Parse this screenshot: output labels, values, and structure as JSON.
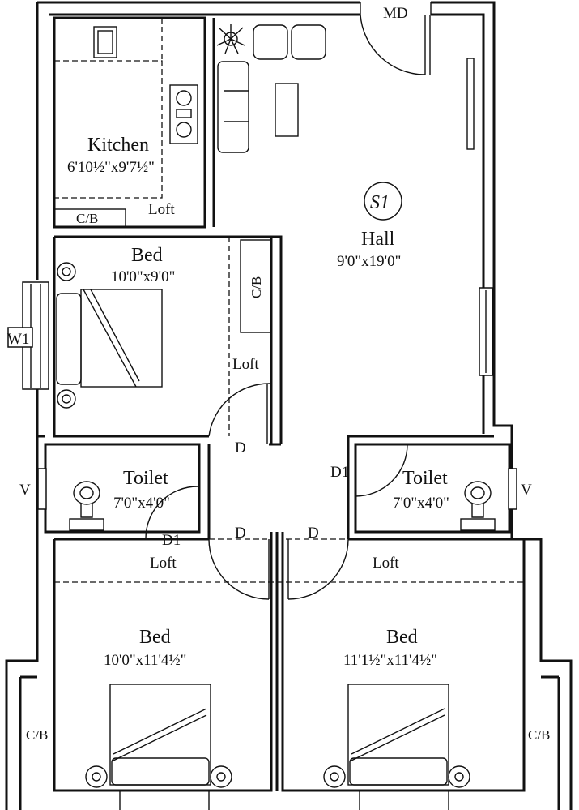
{
  "rooms": {
    "kitchen": {
      "name": "Kitchen",
      "dims": "6'10½\"x9'7½\""
    },
    "hall": {
      "tag": "S1",
      "name": "Hall",
      "dims": "9'0\"x19'0\""
    },
    "bed_upper": {
      "name": "Bed",
      "dims": "10'0\"x9'0\""
    },
    "toilet_left": {
      "name": "Toilet",
      "dims": "7'0\"x4'0\""
    },
    "toilet_right": {
      "name": "Toilet",
      "dims": "7'0\"x4'0\""
    },
    "bed_lower_left": {
      "name": "Bed",
      "dims": "10'0\"x11'4½\""
    },
    "bed_lower_right": {
      "name": "Bed",
      "dims": "11'1½\"x11'4½\""
    }
  },
  "labels": {
    "main_door": "MD",
    "door": "D",
    "door_small": "D1",
    "loft": "Loft",
    "cupboard": "C/B",
    "window_w1": "W1",
    "ventilator": "V"
  }
}
